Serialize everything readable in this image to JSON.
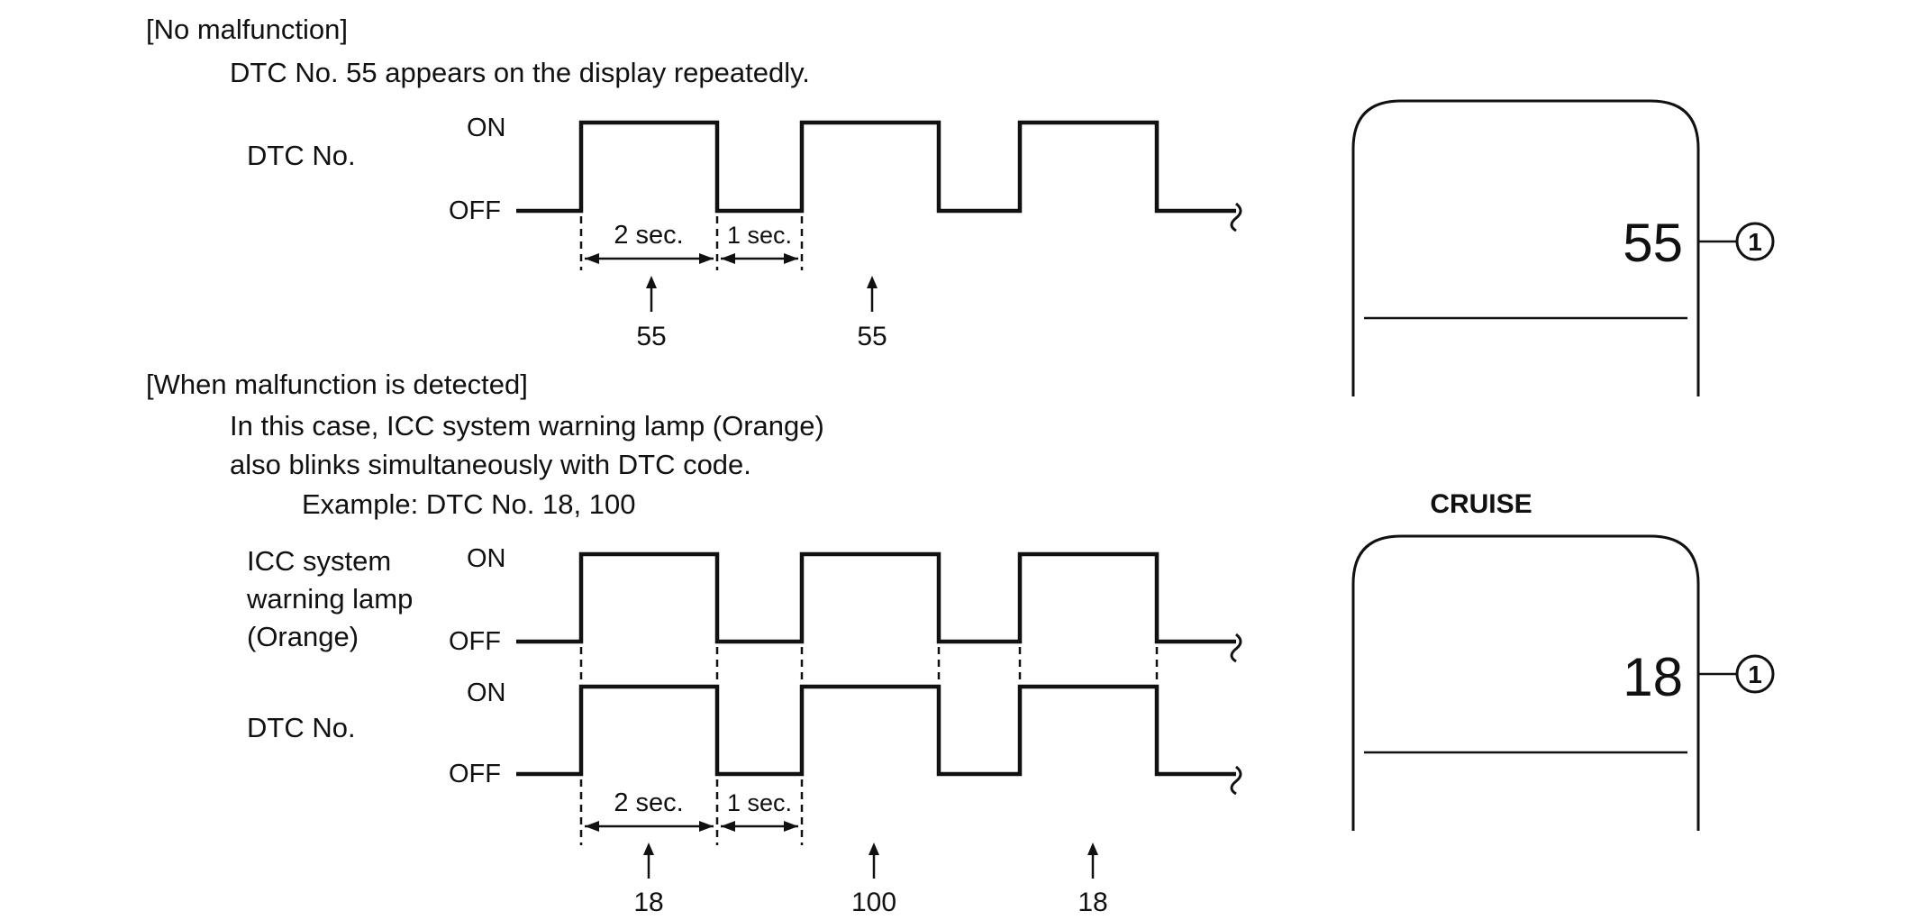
{
  "sections": {
    "no_malfunction": {
      "heading": "[No malfunction]",
      "description": "DTC No. 55 appears on the display repeatedly.",
      "signal_label": "DTC No.",
      "on_label": "ON",
      "off_label": "OFF",
      "dim_on": "2 sec.",
      "dim_off": "1 sec.",
      "codes": [
        "55",
        "55"
      ]
    },
    "malfunction": {
      "heading": "[When malfunction is detected]",
      "description_line1": "In this case, ICC system warning lamp (Orange)",
      "description_line2": "also blinks simultaneously with DTC code.",
      "example": "Example: DTC No. 18, 100",
      "lamp_label_line1": "ICC system",
      "lamp_label_line2": "warning lamp",
      "lamp_label_line3": "(Orange)",
      "signal_label": "DTC No.",
      "on_label": "ON",
      "off_label": "OFF",
      "dim_on": "2 sec.",
      "dim_off": "1 sec.",
      "codes": [
        "18",
        "100",
        "18"
      ]
    }
  },
  "displays": {
    "top": {
      "value": "55",
      "callout": "①"
    },
    "bottom": {
      "title": "CRUISE",
      "value": "18",
      "callout": "①"
    }
  }
}
